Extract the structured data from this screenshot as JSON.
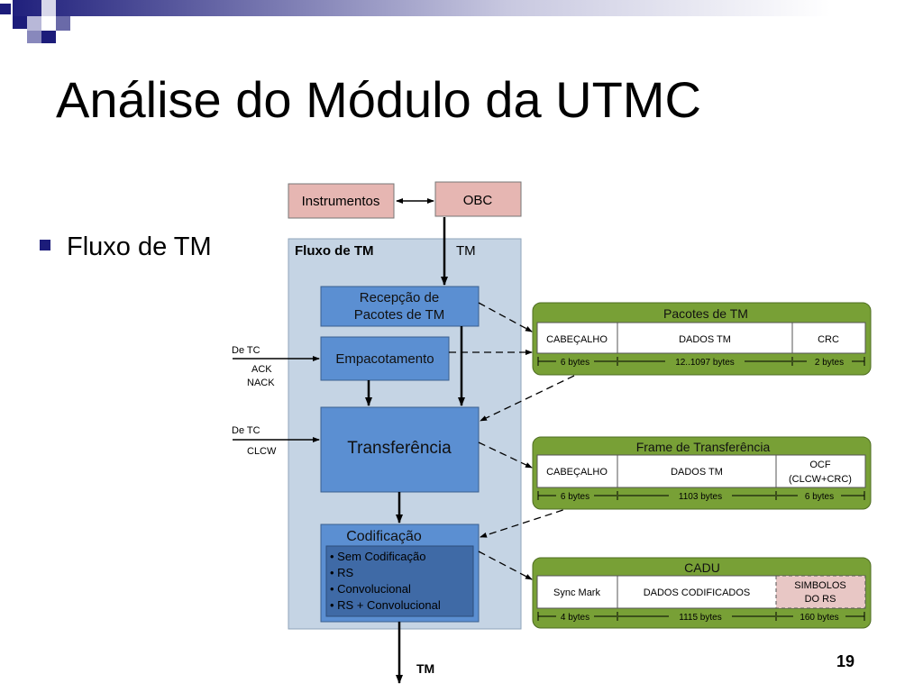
{
  "slide": {
    "title": "Análise do Módulo da UTMC",
    "bullet": "Fluxo de TM",
    "page_number": "19"
  },
  "diagram": {
    "instrumentos": "Instrumentos",
    "obc": "OBC",
    "panel_title": "Fluxo de TM",
    "tm_top": "TM",
    "recepcao_line1": "Recepção de",
    "recepcao_line2": "Pacotes de TM",
    "empacotamento": "Empacotamento",
    "transferencia": "Transferência",
    "codificacao": "Codificação",
    "cod_options": [
      "Sem Codificação",
      "RS",
      "Convolucional",
      "RS + Convolucional"
    ],
    "de_tc_1": "De TC",
    "ack": "ACK",
    "nack": "NACK",
    "de_tc_2": "De TC",
    "clcw": "CLCW",
    "tm_bottom": "TM",
    "pacotes": {
      "title": "Pacotes de TM",
      "fields": [
        "CABEÇALHO",
        "DADOS TM",
        "CRC"
      ],
      "sizes": [
        "6 bytes",
        "12..1097 bytes",
        "2 bytes"
      ]
    },
    "frame": {
      "title": "Frame de Transferência",
      "fields": [
        "CABEÇALHO",
        "DADOS TM"
      ],
      "ocf_line1": "OCF",
      "ocf_line2": "(CLCW+CRC)",
      "sizes": [
        "6 bytes",
        "1103 bytes",
        "6 bytes"
      ]
    },
    "cadu": {
      "title": "CADU",
      "fields": [
        "Sync Mark",
        "DADOS CODIFICADOS"
      ],
      "simbolos_line1": "SIMBOLOS",
      "simbolos_line2": "DO RS",
      "sizes": [
        "4 bytes",
        "1115 bytes",
        "160 bytes"
      ]
    }
  },
  "colors": {
    "bullet": "#1c1c7a",
    "panel": "#c5d4e4",
    "box_blue": "#5b8fd2",
    "box_dark": "#3f6aa6",
    "box_pink": "#e6b6b2",
    "group_green": "#78a036"
  }
}
